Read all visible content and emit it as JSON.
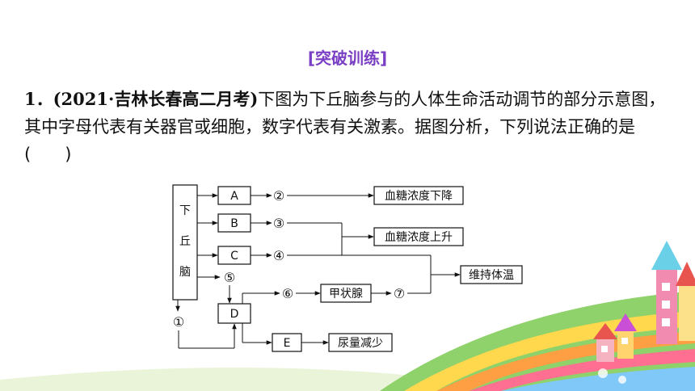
{
  "heading": "[突破训练]",
  "question": {
    "number": "1．",
    "source": "(2021·吉林长春高二月考)",
    "text": "下图为下丘脑参与的人体生命活动调节的部分示意图，其中字母代表有关器官或细胞，数字代表有关激素。据图分析，下列说法正确的是(　　)"
  },
  "diagram": {
    "hypothalamus": [
      "下",
      "丘",
      "脑"
    ],
    "boxes": {
      "A": "A",
      "B": "B",
      "C": "C",
      "D": "D",
      "E": "E",
      "thyroid": "甲状腺",
      "glucose_down": "血糖浓度下降",
      "glucose_up": "血糖浓度上升",
      "body_temp": "维持体温",
      "urine": "尿量减少"
    },
    "numbers": {
      "n1": "①",
      "n2": "②",
      "n3": "③",
      "n4": "④",
      "n5": "⑤",
      "n6": "⑥",
      "n7": "⑦"
    }
  }
}
